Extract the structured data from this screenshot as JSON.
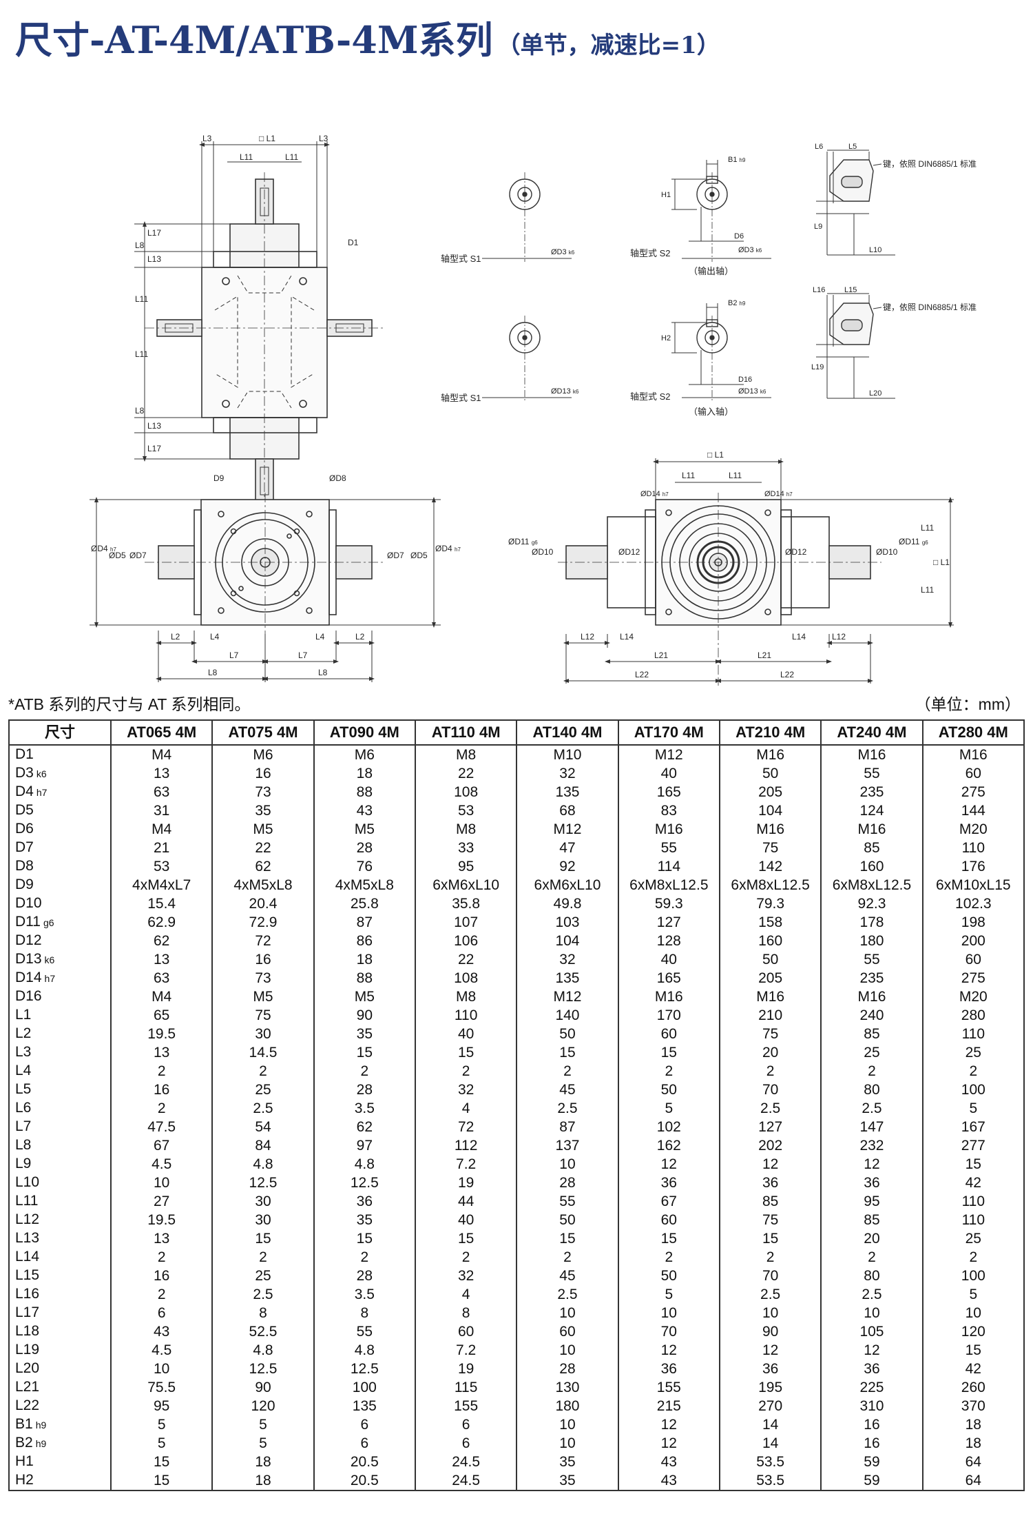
{
  "title": {
    "main": "尺寸-AT-4M/ATB-4M系列",
    "sub": "（单节，减速比=1）"
  },
  "note": "*ATB 系列的尺寸与 AT 系列相同。",
  "unit": "（单位：mm）",
  "drawing_labels": {
    "l1": "□ L1",
    "l3": "L3",
    "l11": "L11",
    "l7": "L7",
    "l8": "L8",
    "l13": "L13",
    "l17": "L17",
    "d1": "D1",
    "d9": "D9",
    "d8": "ØD8",
    "d4": "ØD4",
    "d4_suf": "h7",
    "d5": "ØD5",
    "d7": "ØD7",
    "l2": "L2",
    "l4": "L4",
    "d14": "ØD14",
    "d14_suf": "h7",
    "d12": "ØD12",
    "d11": "ØD11",
    "d11_suf": "g6",
    "d10": "ØD10",
    "l12": "L12",
    "l14": "L14",
    "l21": "L21",
    "l22": "L22",
    "s1": "轴型式 S1",
    "s2": "轴型式 S2",
    "d3": "ØD3",
    "d3_suf": "k6",
    "d13": "ØD13",
    "d13_suf": "k6",
    "b1": "B1",
    "b1_suf": "h9",
    "b2": "B2",
    "b2_suf": "h9",
    "h1": "H1",
    "h2": "H2",
    "d6": "D6",
    "d16": "D16",
    "out_shaft": "（输出轴）",
    "in_shaft": "（输入轴）",
    "l5": "L5",
    "l6": "L6",
    "l9": "L9",
    "l10": "L10",
    "l15": "L15",
    "l16": "L16",
    "l19": "L19",
    "l20": "L20",
    "key_note": "键，依照 DIN6885/1 标准"
  },
  "table": {
    "header_label": "尺寸",
    "columns": [
      "AT065 4M",
      "AT075 4M",
      "AT090 4M",
      "AT110 4M",
      "AT140 4M",
      "AT170 4M",
      "AT210 4M",
      "AT240 4M",
      "AT280 4M"
    ],
    "rows": [
      {
        "label": "D1",
        "suffix": "",
        "values": [
          "M4",
          "M6",
          "M6",
          "M8",
          "M10",
          "M12",
          "M16",
          "M16",
          "M16"
        ]
      },
      {
        "label": "D3",
        "suffix": "k6",
        "values": [
          "13",
          "16",
          "18",
          "22",
          "32",
          "40",
          "50",
          "55",
          "60"
        ]
      },
      {
        "label": "D4",
        "suffix": "h7",
        "values": [
          "63",
          "73",
          "88",
          "108",
          "135",
          "165",
          "205",
          "235",
          "275"
        ]
      },
      {
        "label": "D5",
        "suffix": "",
        "values": [
          "31",
          "35",
          "43",
          "53",
          "68",
          "83",
          "104",
          "124",
          "144"
        ]
      },
      {
        "label": "D6",
        "suffix": "",
        "values": [
          "M4",
          "M5",
          "M5",
          "M8",
          "M12",
          "M16",
          "M16",
          "M16",
          "M20"
        ]
      },
      {
        "label": "D7",
        "suffix": "",
        "values": [
          "21",
          "22",
          "28",
          "33",
          "47",
          "55",
          "75",
          "85",
          "110"
        ]
      },
      {
        "label": "D8",
        "suffix": "",
        "values": [
          "53",
          "62",
          "76",
          "95",
          "92",
          "114",
          "142",
          "160",
          "176"
        ]
      },
      {
        "label": "D9",
        "suffix": "",
        "values": [
          "4xM4xL7",
          "4xM5xL8",
          "4xM5xL8",
          "6xM6xL10",
          "6xM6xL10",
          "6xM8xL12.5",
          "6xM8xL12.5",
          "6xM8xL12.5",
          "6xM10xL15"
        ]
      },
      {
        "label": "D10",
        "suffix": "",
        "values": [
          "15.4",
          "20.4",
          "25.8",
          "35.8",
          "49.8",
          "59.3",
          "79.3",
          "92.3",
          "102.3"
        ]
      },
      {
        "label": "D11",
        "suffix": "g6",
        "values": [
          "62.9",
          "72.9",
          "87",
          "107",
          "103",
          "127",
          "158",
          "178",
          "198"
        ]
      },
      {
        "label": "D12",
        "suffix": "",
        "values": [
          "62",
          "72",
          "86",
          "106",
          "104",
          "128",
          "160",
          "180",
          "200"
        ]
      },
      {
        "label": "D13",
        "suffix": "k6",
        "values": [
          "13",
          "16",
          "18",
          "22",
          "32",
          "40",
          "50",
          "55",
          "60"
        ]
      },
      {
        "label": "D14",
        "suffix": "h7",
        "values": [
          "63",
          "73",
          "88",
          "108",
          "135",
          "165",
          "205",
          "235",
          "275"
        ]
      },
      {
        "label": "D16",
        "suffix": "",
        "values": [
          "M4",
          "M5",
          "M5",
          "M8",
          "M12",
          "M16",
          "M16",
          "M16",
          "M20"
        ]
      },
      {
        "label": "L1",
        "suffix": "",
        "values": [
          "65",
          "75",
          "90",
          "110",
          "140",
          "170",
          "210",
          "240",
          "280"
        ]
      },
      {
        "label": "L2",
        "suffix": "",
        "values": [
          "19.5",
          "30",
          "35",
          "40",
          "50",
          "60",
          "75",
          "85",
          "110"
        ]
      },
      {
        "label": "L3",
        "suffix": "",
        "values": [
          "13",
          "14.5",
          "15",
          "15",
          "15",
          "15",
          "20",
          "25",
          "25"
        ]
      },
      {
        "label": "L4",
        "suffix": "",
        "values": [
          "2",
          "2",
          "2",
          "2",
          "2",
          "2",
          "2",
          "2",
          "2"
        ]
      },
      {
        "label": "L5",
        "suffix": "",
        "values": [
          "16",
          "25",
          "28",
          "32",
          "45",
          "50",
          "70",
          "80",
          "100"
        ]
      },
      {
        "label": "L6",
        "suffix": "",
        "values": [
          "2",
          "2.5",
          "3.5",
          "4",
          "2.5",
          "5",
          "2.5",
          "2.5",
          "5"
        ]
      },
      {
        "label": "L7",
        "suffix": "",
        "values": [
          "47.5",
          "54",
          "62",
          "72",
          "87",
          "102",
          "127",
          "147",
          "167"
        ]
      },
      {
        "label": "L8",
        "suffix": "",
        "values": [
          "67",
          "84",
          "97",
          "112",
          "137",
          "162",
          "202",
          "232",
          "277"
        ]
      },
      {
        "label": "L9",
        "suffix": "",
        "values": [
          "4.5",
          "4.8",
          "4.8",
          "7.2",
          "10",
          "12",
          "12",
          "12",
          "15"
        ]
      },
      {
        "label": "L10",
        "suffix": "",
        "values": [
          "10",
          "12.5",
          "12.5",
          "19",
          "28",
          "36",
          "36",
          "36",
          "42"
        ]
      },
      {
        "label": "L11",
        "suffix": "",
        "values": [
          "27",
          "30",
          "36",
          "44",
          "55",
          "67",
          "85",
          "95",
          "110"
        ]
      },
      {
        "label": "L12",
        "suffix": "",
        "values": [
          "19.5",
          "30",
          "35",
          "40",
          "50",
          "60",
          "75",
          "85",
          "110"
        ]
      },
      {
        "label": "L13",
        "suffix": "",
        "values": [
          "13",
          "15",
          "15",
          "15",
          "15",
          "15",
          "15",
          "20",
          "25"
        ]
      },
      {
        "label": "L14",
        "suffix": "",
        "values": [
          "2",
          "2",
          "2",
          "2",
          "2",
          "2",
          "2",
          "2",
          "2"
        ]
      },
      {
        "label": "L15",
        "suffix": "",
        "values": [
          "16",
          "25",
          "28",
          "32",
          "45",
          "50",
          "70",
          "80",
          "100"
        ]
      },
      {
        "label": "L16",
        "suffix": "",
        "values": [
          "2",
          "2.5",
          "3.5",
          "4",
          "2.5",
          "5",
          "2.5",
          "2.5",
          "5"
        ]
      },
      {
        "label": "L17",
        "suffix": "",
        "values": [
          "6",
          "8",
          "8",
          "8",
          "10",
          "10",
          "10",
          "10",
          "10"
        ]
      },
      {
        "label": "L18",
        "suffix": "",
        "values": [
          "43",
          "52.5",
          "55",
          "60",
          "60",
          "70",
          "90",
          "105",
          "120"
        ]
      },
      {
        "label": "L19",
        "suffix": "",
        "values": [
          "4.5",
          "4.8",
          "4.8",
          "7.2",
          "10",
          "12",
          "12",
          "12",
          "15"
        ]
      },
      {
        "label": "L20",
        "suffix": "",
        "values": [
          "10",
          "12.5",
          "12.5",
          "19",
          "28",
          "36",
          "36",
          "36",
          "42"
        ]
      },
      {
        "label": "L21",
        "suffix": "",
        "values": [
          "75.5",
          "90",
          "100",
          "115",
          "130",
          "155",
          "195",
          "225",
          "260"
        ]
      },
      {
        "label": "L22",
        "suffix": "",
        "values": [
          "95",
          "120",
          "135",
          "155",
          "180",
          "215",
          "270",
          "310",
          "370"
        ]
      },
      {
        "label": "B1",
        "suffix": "h9",
        "values": [
          "5",
          "5",
          "6",
          "6",
          "10",
          "12",
          "14",
          "16",
          "18"
        ]
      },
      {
        "label": "B2",
        "suffix": "h9",
        "values": [
          "5",
          "5",
          "6",
          "6",
          "10",
          "12",
          "14",
          "16",
          "18"
        ]
      },
      {
        "label": "H1",
        "suffix": "",
        "values": [
          "15",
          "18",
          "20.5",
          "24.5",
          "35",
          "43",
          "53.5",
          "59",
          "64"
        ]
      },
      {
        "label": "H2",
        "suffix": "",
        "values": [
          "15",
          "18",
          "20.5",
          "24.5",
          "35",
          "43",
          "53.5",
          "59",
          "64"
        ]
      }
    ]
  }
}
